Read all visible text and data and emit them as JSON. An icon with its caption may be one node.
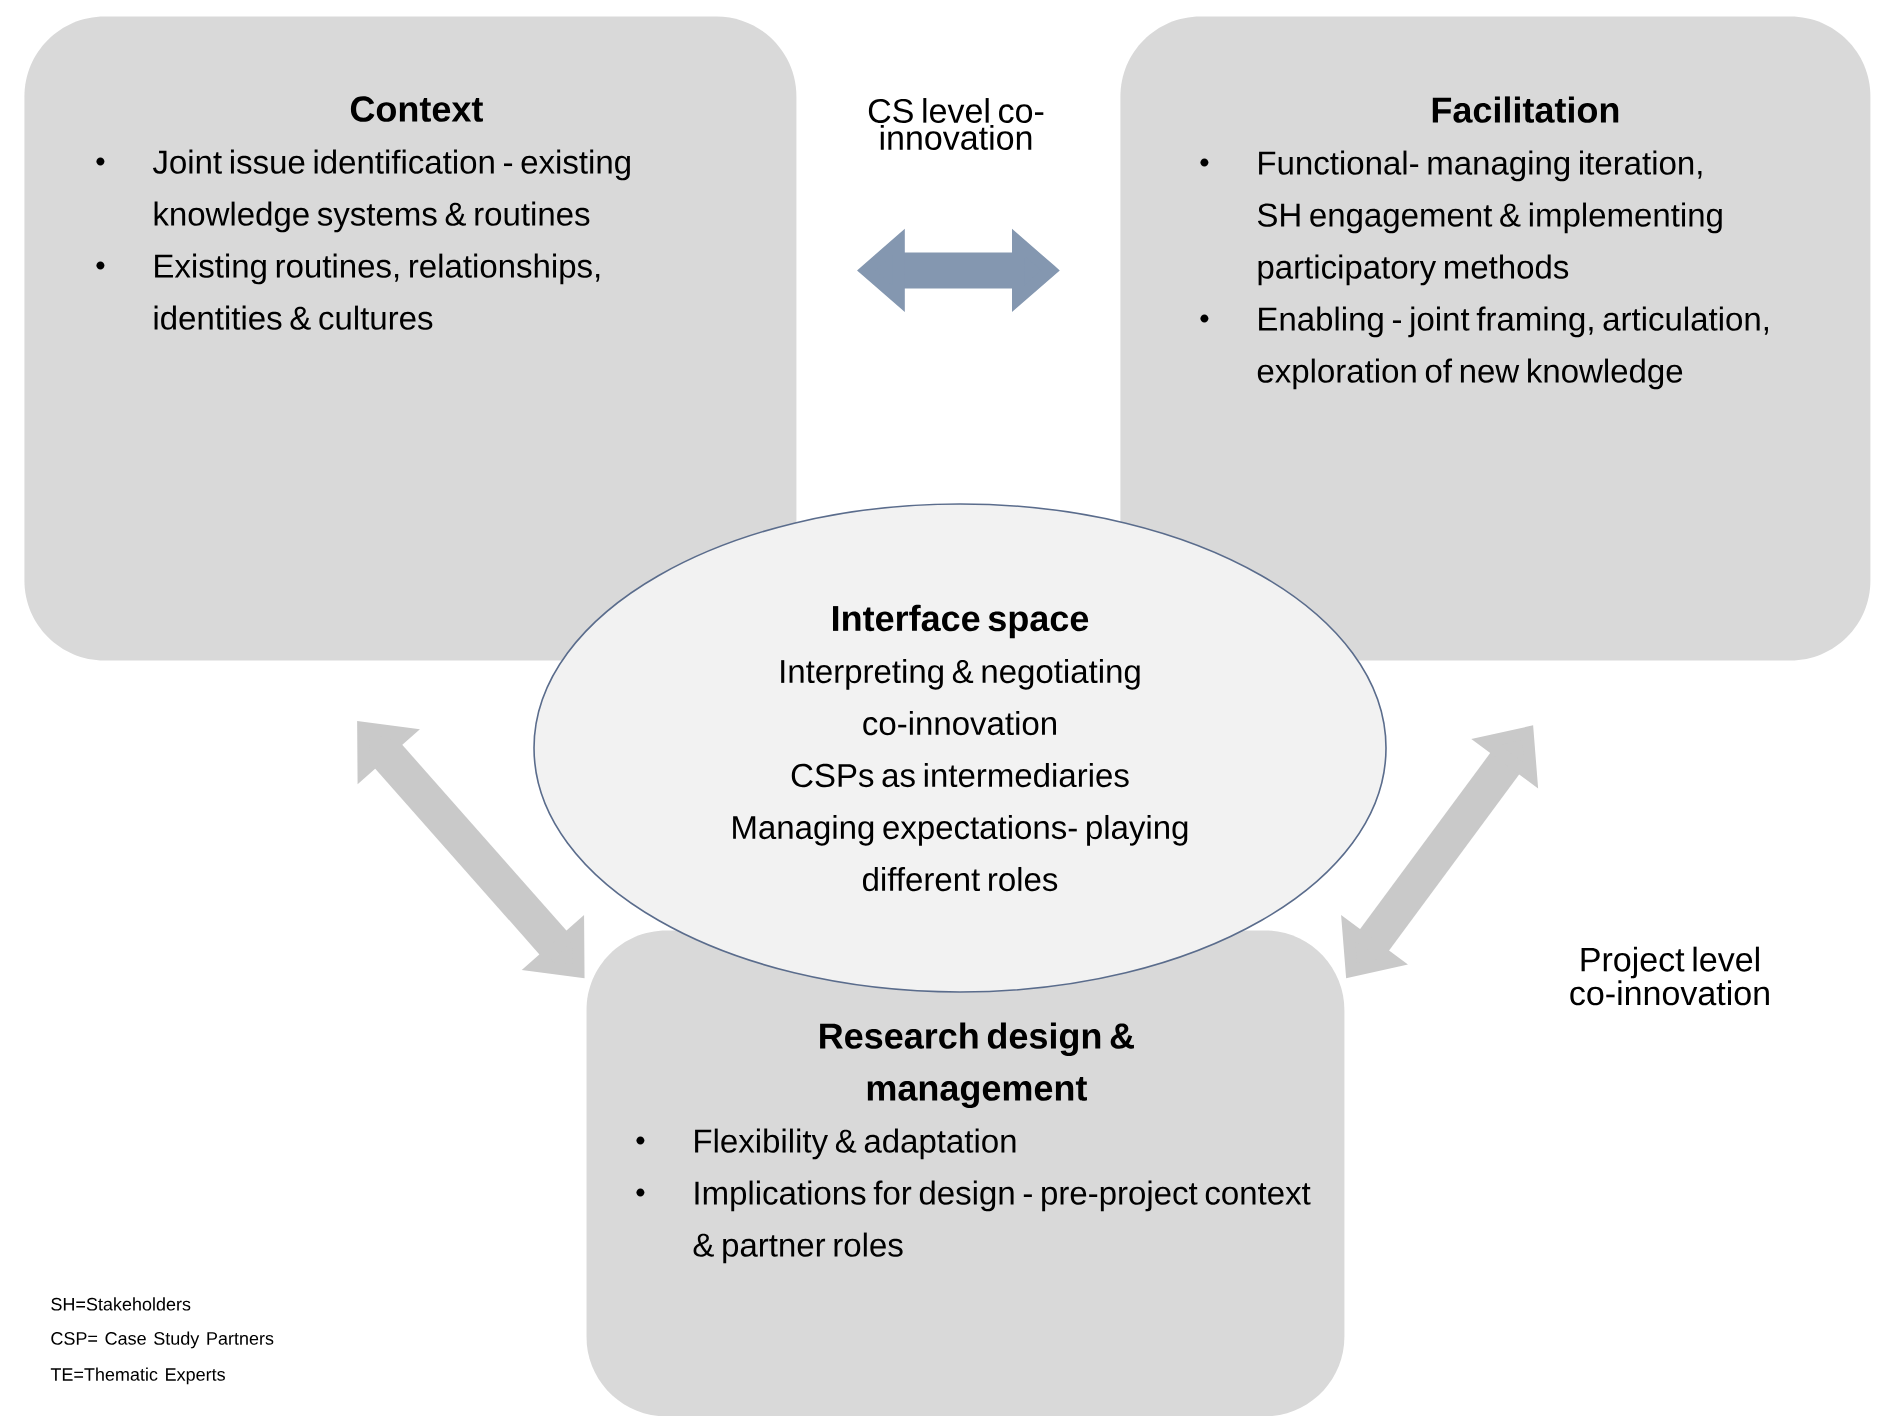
{
  "diagram": {
    "nodes": [
      {
        "text": [
          "Context",
          "Joint issue identification - existing knowledge systems & routines",
          "Existing routines, relationships, identities & cultures"
        ]
      },
      {
        "text": [
          "Facilitation",
          "Functional- managing iteration, SH engagement & implementing participatory methods",
          "Enabling - joint framing, articulation, exploration of new knowledge"
        ]
      },
      {
        "text": [
          "Interface space",
          "Interpreting & negotiating co-innovation",
          "CSPs as intermediaries",
          "Managing expectations- playing different roles"
        ]
      },
      {
        "text": [
          "Research design & management",
          "Flexibility & adaptation",
          "Implications for design - pre-project context & partner roles"
        ]
      }
    ],
    "edges": [
      {
        "from": 0,
        "to": 1,
        "arrow": "both",
        "color": "#8497b0"
      },
      {
        "from": 0,
        "to": 3,
        "arrow": "both"
      },
      {
        "from": 1,
        "to": 3,
        "arrow": "both"
      }
    ],
    "labels": [
      "CS level co-innovation",
      "Project level co-innovation",
      "SH=Stakeholders",
      "CSP= Case Study Partners",
      "TE=Thematic Experts"
    ]
  }
}
